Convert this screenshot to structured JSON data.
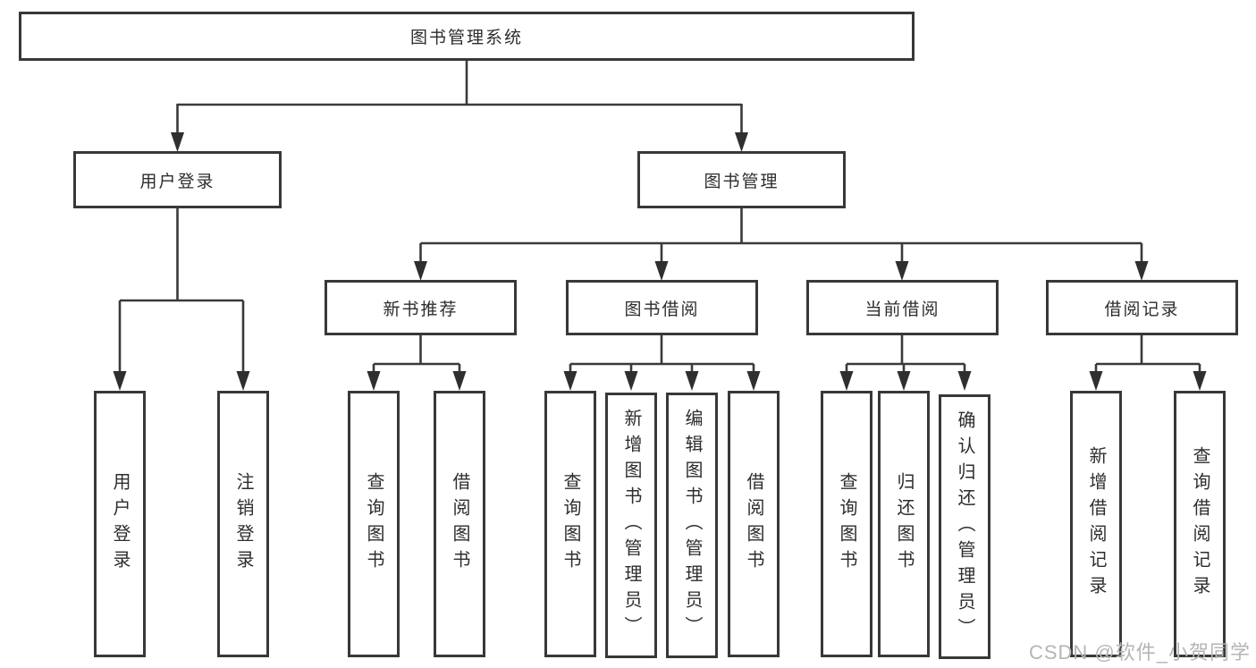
{
  "diagram": {
    "root": {
      "label": "图书管理系统"
    },
    "level2": [
      {
        "label": "用户登录"
      },
      {
        "label": "图书管理"
      }
    ],
    "level3": [
      {
        "label": "新书推荐"
      },
      {
        "label": "图书借阅"
      },
      {
        "label": "当前借阅"
      },
      {
        "label": "借阅记录"
      }
    ],
    "leaves": {
      "user_login": [
        "用户登录",
        "注销登录"
      ],
      "new_books": [
        "查询图书",
        "借阅图书"
      ],
      "book_borrow": [
        "查询图书",
        "新增图书（管理员）",
        "编辑图书（管理员）",
        "借阅图书"
      ],
      "current_borrow": [
        "查询图书",
        "归还图书",
        "确认归还（管理员）"
      ],
      "borrow_records": [
        "新增借阅记录",
        "查询借阅记录"
      ]
    }
  },
  "watermark": {
    "text": "CSDN @软件_小贺同学"
  },
  "colors": {
    "line": "#3a3a3a",
    "border": "#383838",
    "text": "#2d2d2d",
    "watermark": "#b5b5b5",
    "background": "#ffffff"
  }
}
